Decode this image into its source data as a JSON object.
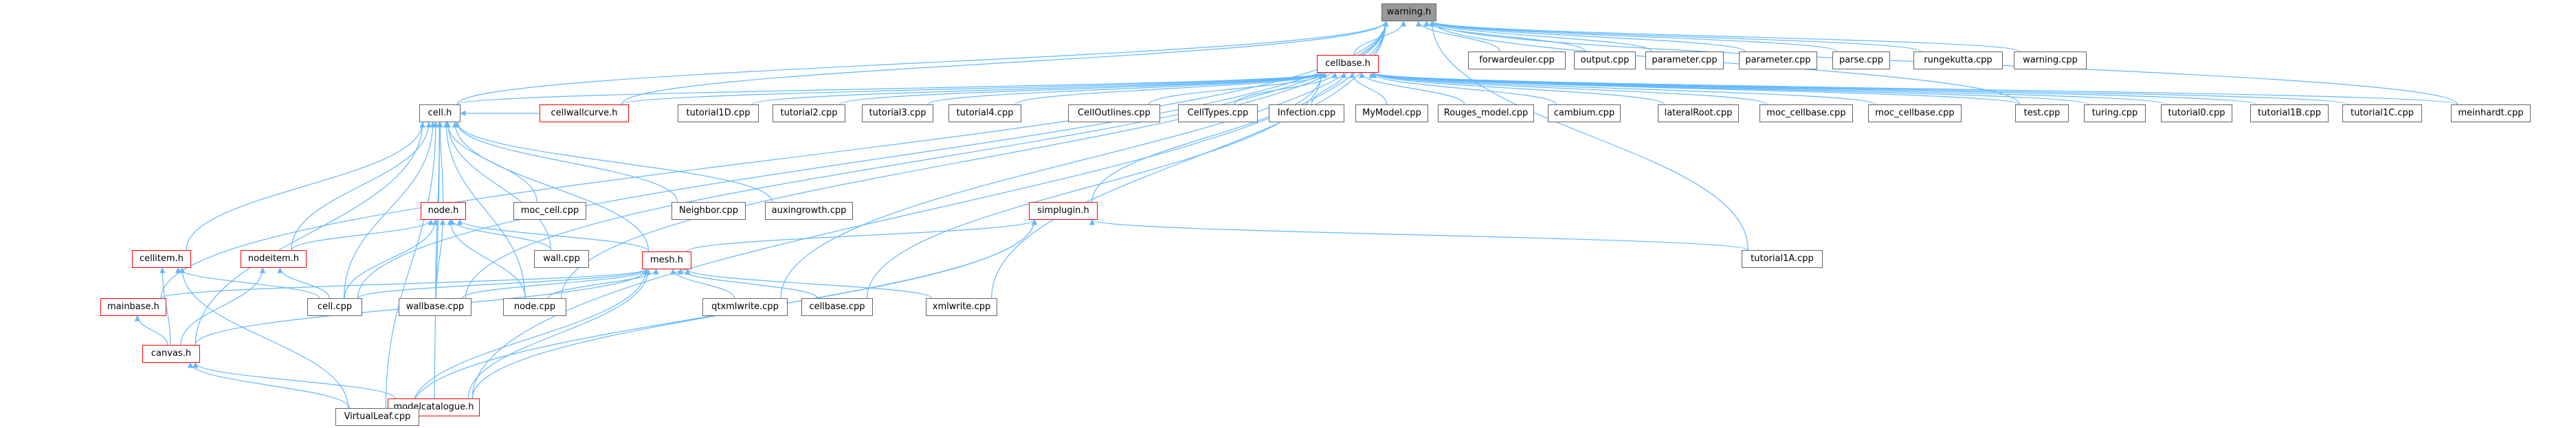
{
  "diagram": {
    "title": "",
    "colors": {
      "edge": "#63b8ff",
      "node_border": "#666666",
      "linked_border": "#ff0000",
      "root_fill": "#999999"
    },
    "nodes": [
      {
        "id": "warning_h",
        "label": "warning.h",
        "style": "root"
      },
      {
        "id": "cellbase_h",
        "label": "cellbase.h",
        "style": "red"
      },
      {
        "id": "forwardeuler_cpp",
        "label": "forwardeuler.cpp",
        "style": "plain"
      },
      {
        "id": "output_cpp",
        "label": "output.cpp",
        "style": "plain"
      },
      {
        "id": "parameter_cpp_1",
        "label": "parameter.cpp",
        "style": "plain"
      },
      {
        "id": "parameter_cpp_2",
        "label": "parameter.cpp",
        "style": "plain"
      },
      {
        "id": "parse_cpp",
        "label": "parse.cpp",
        "style": "plain"
      },
      {
        "id": "rungekutta_cpp",
        "label": "rungekutta.cpp",
        "style": "plain"
      },
      {
        "id": "warning_cpp",
        "label": "warning.cpp",
        "style": "plain"
      },
      {
        "id": "cell_h",
        "label": "cell.h",
        "style": "plain"
      },
      {
        "id": "cellwallcurve_h",
        "label": "cellwallcurve.h",
        "style": "red"
      },
      {
        "id": "tutorial1D_cpp",
        "label": "tutorial1D.cpp",
        "style": "plain"
      },
      {
        "id": "tutorial2_cpp",
        "label": "tutorial2.cpp",
        "style": "plain"
      },
      {
        "id": "tutorial3_cpp",
        "label": "tutorial3.cpp",
        "style": "plain"
      },
      {
        "id": "tutorial4_cpp",
        "label": "tutorial4.cpp",
        "style": "plain"
      },
      {
        "id": "CellOutlines_cpp",
        "label": "CellOutlines.cpp",
        "style": "plain"
      },
      {
        "id": "CellTypes_cpp",
        "label": "CellTypes.cpp",
        "style": "plain"
      },
      {
        "id": "Infection_cpp",
        "label": "Infection.cpp",
        "style": "plain"
      },
      {
        "id": "MyModel_cpp",
        "label": "MyModel.cpp",
        "style": "plain"
      },
      {
        "id": "Rouges_model_cpp",
        "label": "Rouges_model.cpp",
        "style": "plain"
      },
      {
        "id": "cambium_cpp",
        "label": "cambium.cpp",
        "style": "plain"
      },
      {
        "id": "lateralRoot_cpp",
        "label": "lateralRoot.cpp",
        "style": "plain"
      },
      {
        "id": "moc_cellbase_cpp_1",
        "label": "moc_cellbase.cpp",
        "style": "plain"
      },
      {
        "id": "moc_cellbase_cpp_2",
        "label": "moc_cellbase.cpp",
        "style": "plain"
      },
      {
        "id": "test_cpp",
        "label": "test.cpp",
        "style": "plain"
      },
      {
        "id": "turing_cpp",
        "label": "turing.cpp",
        "style": "plain"
      },
      {
        "id": "tutorial0_cpp",
        "label": "tutorial0.cpp",
        "style": "plain"
      },
      {
        "id": "tutorial1B_cpp",
        "label": "tutorial1B.cpp",
        "style": "plain"
      },
      {
        "id": "tutorial1C_cpp",
        "label": "tutorial1C.cpp",
        "style": "plain"
      },
      {
        "id": "meinhardt_cpp",
        "label": "meinhardt.cpp",
        "style": "plain"
      },
      {
        "id": "node_h",
        "label": "node.h",
        "style": "red"
      },
      {
        "id": "moc_cell_cpp",
        "label": "moc_cell.cpp",
        "style": "plain"
      },
      {
        "id": "Neighbor_cpp",
        "label": "Neighbor.cpp",
        "style": "plain"
      },
      {
        "id": "auxingrowth_cpp",
        "label": "auxingrowth.cpp",
        "style": "plain"
      },
      {
        "id": "simplugin_h",
        "label": "simplugin.h",
        "style": "red"
      },
      {
        "id": "cellitem_h",
        "label": "cellitem.h",
        "style": "red"
      },
      {
        "id": "nodeitem_h",
        "label": "nodeitem.h",
        "style": "red"
      },
      {
        "id": "wall_cpp",
        "label": "wall.cpp",
        "style": "plain"
      },
      {
        "id": "mesh_h",
        "label": "mesh.h",
        "style": "red"
      },
      {
        "id": "tutorial1A_cpp",
        "label": "tutorial1A.cpp",
        "style": "plain"
      },
      {
        "id": "mainbase_h",
        "label": "mainbase.h",
        "style": "red"
      },
      {
        "id": "cell_cpp",
        "label": "cell.cpp",
        "style": "plain"
      },
      {
        "id": "wallbase_cpp",
        "label": "wallbase.cpp",
        "style": "plain"
      },
      {
        "id": "node_cpp",
        "label": "node.cpp",
        "style": "plain"
      },
      {
        "id": "qtxmlwrite_cpp",
        "label": "qtxmlwrite.cpp",
        "style": "plain"
      },
      {
        "id": "cellbase_cpp",
        "label": "cellbase.cpp",
        "style": "plain"
      },
      {
        "id": "xmlwrite_cpp",
        "label": "xmlwrite.cpp",
        "style": "plain"
      },
      {
        "id": "canvas_h",
        "label": "canvas.h",
        "style": "red"
      },
      {
        "id": "modelcatalogue_h",
        "label": "modelcatalogue.h",
        "style": "red"
      },
      {
        "id": "VirtualLeaf_cpp",
        "label": "VirtualLeaf.cpp",
        "style": "plain"
      }
    ],
    "edges": [
      [
        "cellbase_h",
        "warning_h"
      ],
      [
        "forwardeuler_cpp",
        "warning_h"
      ],
      [
        "output_cpp",
        "warning_h"
      ],
      [
        "parameter_cpp_1",
        "warning_h"
      ],
      [
        "parameter_cpp_2",
        "warning_h"
      ],
      [
        "parse_cpp",
        "warning_h"
      ],
      [
        "rungekutta_cpp",
        "warning_h"
      ],
      [
        "warning_cpp",
        "warning_h"
      ],
      [
        "cell_h",
        "warning_h"
      ],
      [
        "cellwallcurve_h",
        "warning_h"
      ],
      [
        "mainbase_h",
        "warning_h"
      ],
      [
        "node_cpp",
        "warning_h"
      ],
      [
        "wallbase_cpp",
        "warning_h"
      ],
      [
        "cell_cpp",
        "warning_h"
      ],
      [
        "test_cpp",
        "warning_h"
      ],
      [
        "meinhardt_cpp",
        "warning_h"
      ],
      [
        "tutorial1A_cpp",
        "warning_h"
      ],
      [
        "xmlwrite_cpp",
        "warning_h"
      ],
      [
        "modelcatalogue_h",
        "warning_h"
      ],
      [
        "qtxmlwrite_cpp",
        "warning_h"
      ],
      [
        "cell_h",
        "cellbase_h"
      ],
      [
        "cellwallcurve_h",
        "cellbase_h"
      ],
      [
        "tutorial1D_cpp",
        "cellbase_h"
      ],
      [
        "tutorial2_cpp",
        "cellbase_h"
      ],
      [
        "tutorial3_cpp",
        "cellbase_h"
      ],
      [
        "tutorial4_cpp",
        "cellbase_h"
      ],
      [
        "CellOutlines_cpp",
        "cellbase_h"
      ],
      [
        "CellTypes_cpp",
        "cellbase_h"
      ],
      [
        "Infection_cpp",
        "cellbase_h"
      ],
      [
        "MyModel_cpp",
        "cellbase_h"
      ],
      [
        "Rouges_model_cpp",
        "cellbase_h"
      ],
      [
        "cambium_cpp",
        "cellbase_h"
      ],
      [
        "lateralRoot_cpp",
        "cellbase_h"
      ],
      [
        "moc_cellbase_cpp_1",
        "cellbase_h"
      ],
      [
        "moc_cellbase_cpp_2",
        "cellbase_h"
      ],
      [
        "test_cpp",
        "cellbase_h"
      ],
      [
        "turing_cpp",
        "cellbase_h"
      ],
      [
        "tutorial0_cpp",
        "cellbase_h"
      ],
      [
        "tutorial1B_cpp",
        "cellbase_h"
      ],
      [
        "tutorial1C_cpp",
        "cellbase_h"
      ],
      [
        "meinhardt_cpp",
        "cellbase_h"
      ],
      [
        "simplugin_h",
        "cellbase_h"
      ],
      [
        "cellbase_cpp",
        "cellbase_h"
      ],
      [
        "node_h",
        "cell_h"
      ],
      [
        "moc_cell_cpp",
        "cell_h"
      ],
      [
        "Neighbor_cpp",
        "cell_h"
      ],
      [
        "auxingrowth_cpp",
        "cell_h"
      ],
      [
        "cellitem_h",
        "cell_h"
      ],
      [
        "nodeitem_h",
        "cell_h"
      ],
      [
        "wall_cpp",
        "cell_h"
      ],
      [
        "mesh_h",
        "cell_h"
      ],
      [
        "cell_cpp",
        "cell_h"
      ],
      [
        "wallbase_cpp",
        "cell_h"
      ],
      [
        "node_cpp",
        "cell_h"
      ],
      [
        "canvas_h",
        "cell_h"
      ],
      [
        "modelcatalogue_h",
        "cell_h"
      ],
      [
        "VirtualLeaf_cpp",
        "cell_h"
      ],
      [
        "cellwallcurve_h",
        "cell_h"
      ],
      [
        "nodeitem_h",
        "node_h"
      ],
      [
        "mesh_h",
        "node_h"
      ],
      [
        "cell_cpp",
        "node_h"
      ],
      [
        "wallbase_cpp",
        "node_h"
      ],
      [
        "node_cpp",
        "node_h"
      ],
      [
        "wall_cpp",
        "node_h"
      ],
      [
        "mesh_h",
        "simplugin_h"
      ],
      [
        "tutorial1A_cpp",
        "simplugin_h"
      ],
      [
        "modelcatalogue_h",
        "simplugin_h"
      ],
      [
        "VirtualLeaf_cpp",
        "simplugin_h"
      ],
      [
        "cell_cpp",
        "cellitem_h"
      ],
      [
        "canvas_h",
        "cellitem_h"
      ],
      [
        "VirtualLeaf_cpp",
        "cellitem_h"
      ],
      [
        "cell_cpp",
        "nodeitem_h"
      ],
      [
        "canvas_h",
        "nodeitem_h"
      ],
      [
        "mainbase_h",
        "mesh_h"
      ],
      [
        "cell_cpp",
        "mesh_h"
      ],
      [
        "wallbase_cpp",
        "mesh_h"
      ],
      [
        "node_cpp",
        "mesh_h"
      ],
      [
        "qtxmlwrite_cpp",
        "mesh_h"
      ],
      [
        "cellbase_cpp",
        "mesh_h"
      ],
      [
        "xmlwrite_cpp",
        "mesh_h"
      ],
      [
        "canvas_h",
        "mesh_h"
      ],
      [
        "modelcatalogue_h",
        "mesh_h"
      ],
      [
        "VirtualLeaf_cpp",
        "mesh_h"
      ],
      [
        "canvas_h",
        "mainbase_h"
      ],
      [
        "modelcatalogue_h",
        "canvas_h"
      ],
      [
        "VirtualLeaf_cpp",
        "canvas_h"
      ],
      [
        "VirtualLeaf_cpp",
        "modelcatalogue_h"
      ]
    ]
  }
}
